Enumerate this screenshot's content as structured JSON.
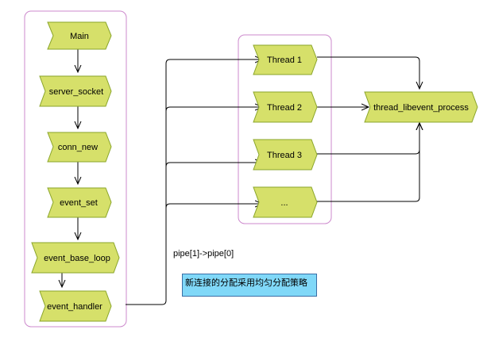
{
  "colors": {
    "shape_fill": "#d6e06a",
    "shape_stroke": "#8aa52a",
    "group_border": "#cc88cc",
    "connector": "#000000",
    "note_fill": "#80d8f8"
  },
  "main_flow": [
    "Main",
    "server_socket",
    "conn_new",
    "event_set",
    "event_base_loop",
    "event_handler"
  ],
  "threads": [
    "Thread 1",
    "Thread 2",
    "Thread 3",
    "..."
  ],
  "process": "thread_libevent_process",
  "pipe_label": "pipe[1]->pipe[0]",
  "note_text": "新连接的分配采用均匀分配策略"
}
